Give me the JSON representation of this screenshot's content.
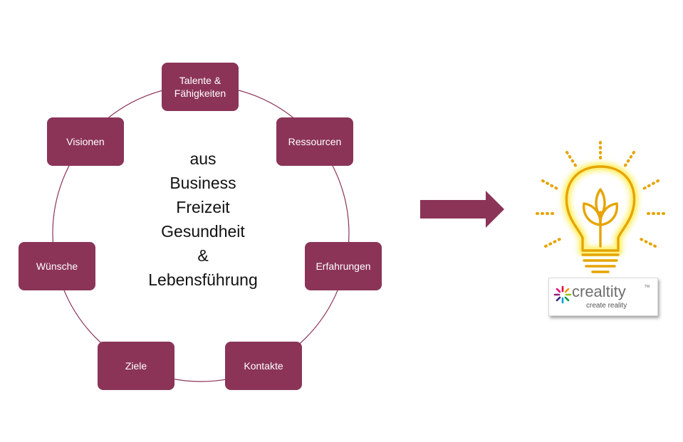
{
  "cycle": {
    "nodes": [
      {
        "label": "Talente &\nFähigkeiten"
      },
      {
        "label": "Ressourcen"
      },
      {
        "label": "Erfahrungen"
      },
      {
        "label": "Kontakte"
      },
      {
        "label": "Ziele"
      },
      {
        "label": "Wünsche"
      },
      {
        "label": "Visionen"
      }
    ]
  },
  "center": {
    "lines": [
      "aus",
      "Business",
      "Freizeit",
      "Gesundheit",
      "&",
      "Lebensführung"
    ]
  },
  "colors": {
    "node_fill": "#8b3458",
    "ring": "#8b3458",
    "arrow": "#8b3458",
    "bulb_glow": "#fff27a",
    "bulb_line": "#e6a400"
  },
  "logo": {
    "wordmark": "crealtity",
    "tagline": "create reality",
    "trademark": "TM"
  }
}
